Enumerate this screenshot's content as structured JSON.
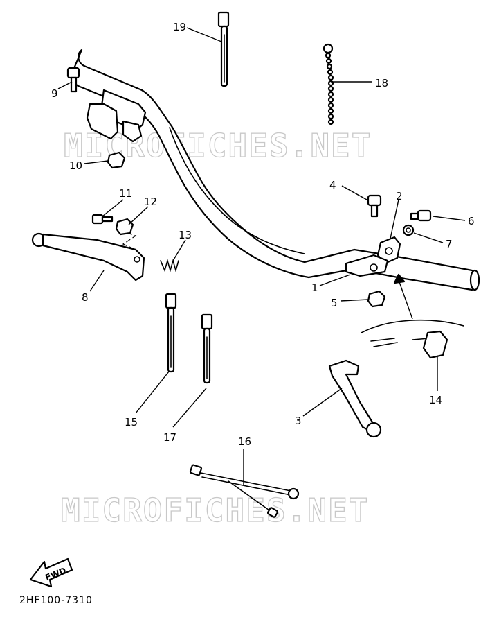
{
  "diagram": {
    "watermarks": [
      "MICROFICHES.NET",
      "MICROFICHES.NET"
    ],
    "callouts": {
      "c1": "1",
      "c2": "2",
      "c3": "3",
      "c4": "4",
      "c5": "5",
      "c6": "6",
      "c7": "7",
      "c8": "8",
      "c9": "9",
      "c10": "10",
      "c11": "11",
      "c12": "12",
      "c13": "13",
      "c14": "14",
      "c15": "15",
      "c16": "16",
      "c17": "17",
      "c18": "18",
      "c19": "19"
    },
    "fwd_label": "FWD",
    "figure_code": "2HF100-7310"
  }
}
